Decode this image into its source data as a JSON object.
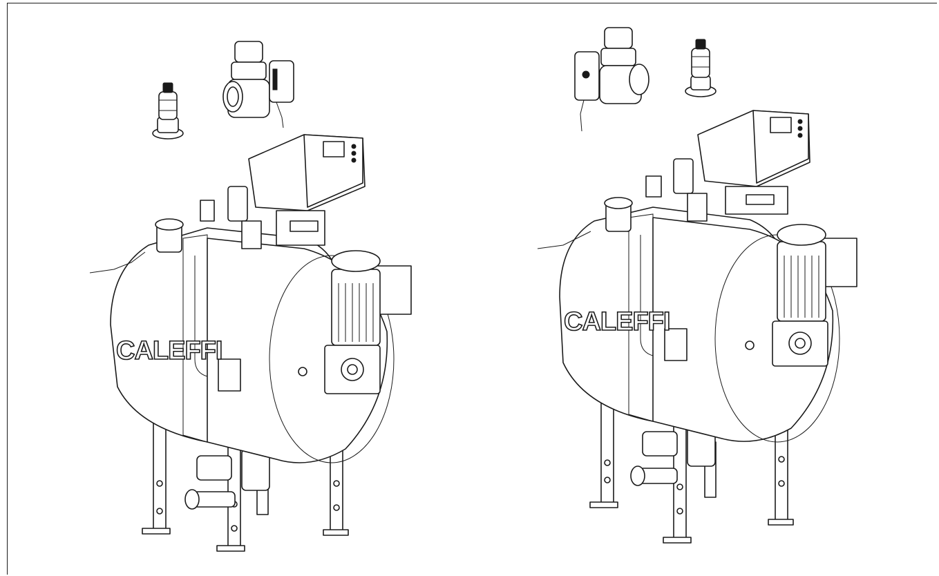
{
  "drawing": {
    "brand_text": "CALEFFI"
  },
  "units": [
    {
      "variant": "left-hand assembly"
    },
    {
      "variant": "right-hand assembly"
    }
  ]
}
